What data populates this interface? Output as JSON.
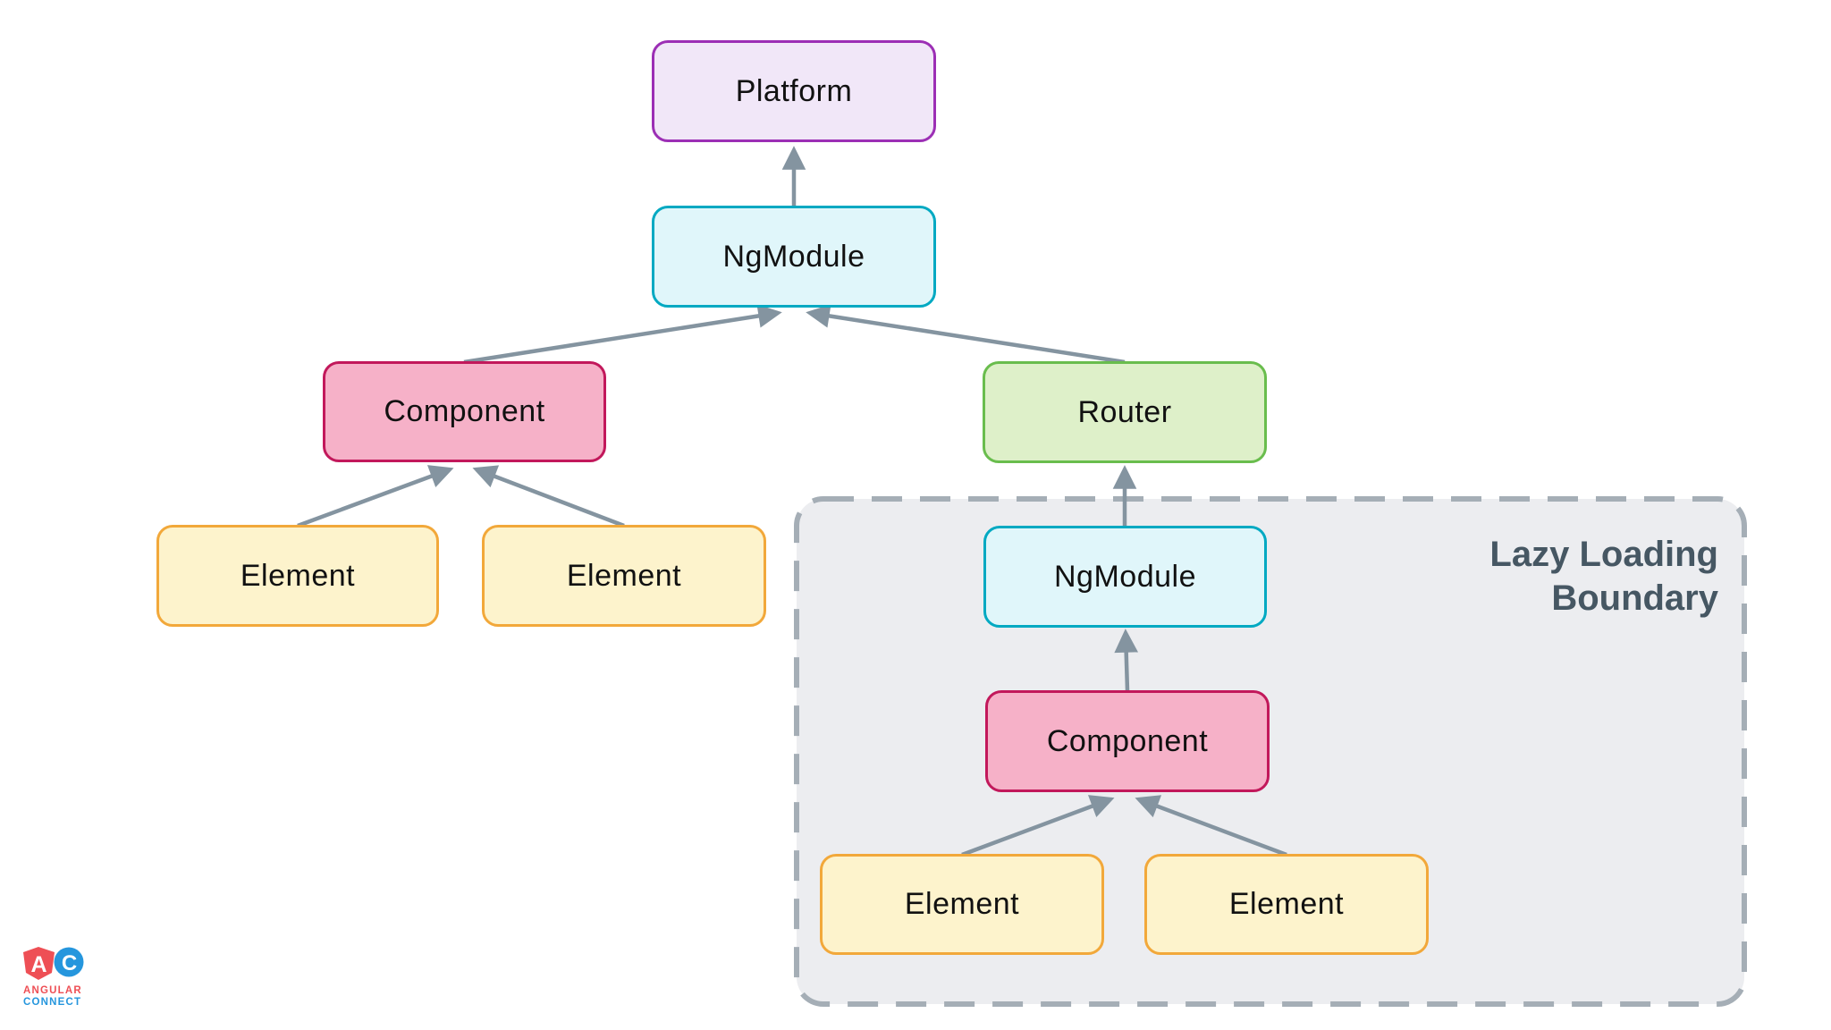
{
  "diagram": {
    "nodes": {
      "platform": {
        "label": "Platform",
        "color_role": "purple"
      },
      "ngmodule_root": {
        "label": "NgModule",
        "color_role": "cyan"
      },
      "component_root": {
        "label": "Component",
        "color_role": "pink"
      },
      "router": {
        "label": "Router",
        "color_role": "green"
      },
      "element_root_1": {
        "label": "Element",
        "color_role": "yellow"
      },
      "element_root_2": {
        "label": "Element",
        "color_role": "yellow"
      },
      "ngmodule_lazy": {
        "label": "NgModule",
        "color_role": "cyan"
      },
      "component_lazy": {
        "label": "Component",
        "color_role": "pink"
      },
      "element_lazy_1": {
        "label": "Element",
        "color_role": "yellow"
      },
      "element_lazy_2": {
        "label": "Element",
        "color_role": "yellow"
      }
    },
    "edges": [
      {
        "from": "ngmodule_root",
        "to": "platform"
      },
      {
        "from": "component_root",
        "to": "ngmodule_root"
      },
      {
        "from": "router",
        "to": "ngmodule_root"
      },
      {
        "from": "element_root_1",
        "to": "component_root"
      },
      {
        "from": "element_root_2",
        "to": "component_root"
      },
      {
        "from": "ngmodule_lazy",
        "to": "router"
      },
      {
        "from": "component_lazy",
        "to": "ngmodule_lazy"
      },
      {
        "from": "element_lazy_1",
        "to": "component_lazy"
      },
      {
        "from": "element_lazy_2",
        "to": "component_lazy"
      }
    ],
    "lazy_boundary": {
      "label_line1": "Lazy Loading",
      "label_line2": "Boundary",
      "fill": "#ecedf0",
      "border_color": "#a5aeb6",
      "text_color": "#465763"
    },
    "colors": {
      "purple_fill": "#f1e7f8",
      "purple_border": "#9c2fb5",
      "cyan_fill": "#e0f6fa",
      "cyan_border": "#00a9c2",
      "pink_fill": "#f6b1c8",
      "pink_border": "#c2185b",
      "green_fill": "#def0c9",
      "green_border": "#69bd4d",
      "yellow_fill": "#fdf3cc",
      "yellow_border": "#f2a83a",
      "arrow": "#8494a0",
      "node_text": "#111111"
    }
  },
  "logo": {
    "letter_a": "A",
    "letter_c": "C",
    "line1": "ANGULAR",
    "line2": "CONNECT",
    "red": "#ee4f55",
    "blue": "#2596dd"
  }
}
